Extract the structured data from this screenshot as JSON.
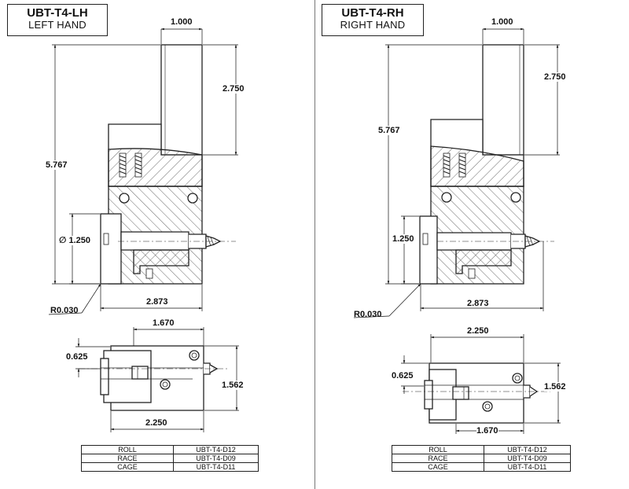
{
  "left": {
    "title": {
      "model": "UBT-T4-LH",
      "hand": "LEFT HAND"
    },
    "dims": {
      "top_width": "1.000",
      "shank_height": "2.750",
      "overall_height": "5.767",
      "bore_dia": "∅ 1.250",
      "radius": "R0.030",
      "length": "2.873",
      "top_view_offset": "1.670",
      "top_view_small": "0.625",
      "top_view_height": "1.562",
      "top_view_width": "2.250"
    },
    "parts": [
      {
        "name": "ROLL",
        "part": "UBT-T4-D12"
      },
      {
        "name": "RACE",
        "part": "UBT-T4-D09"
      },
      {
        "name": "CAGE",
        "part": "UBT-T4-D11"
      }
    ]
  },
  "right": {
    "title": {
      "model": "UBT-T4-RH",
      "hand": "RIGHT HAND"
    },
    "dims": {
      "top_width": "1.000",
      "shank_height": "2.750",
      "overall_height": "5.767",
      "bore_dia": "1.250",
      "radius": "R0.030",
      "length": "2.873",
      "top_view_width": "2.250",
      "top_view_small": "0.625",
      "top_view_height": "1.562",
      "top_view_offset": "1.670"
    },
    "parts": [
      {
        "name": "ROLL",
        "part": "UBT-T4-D12"
      },
      {
        "name": "RACE",
        "part": "UBT-T4-D09"
      },
      {
        "name": "CAGE",
        "part": "UBT-T4-D11"
      }
    ]
  }
}
